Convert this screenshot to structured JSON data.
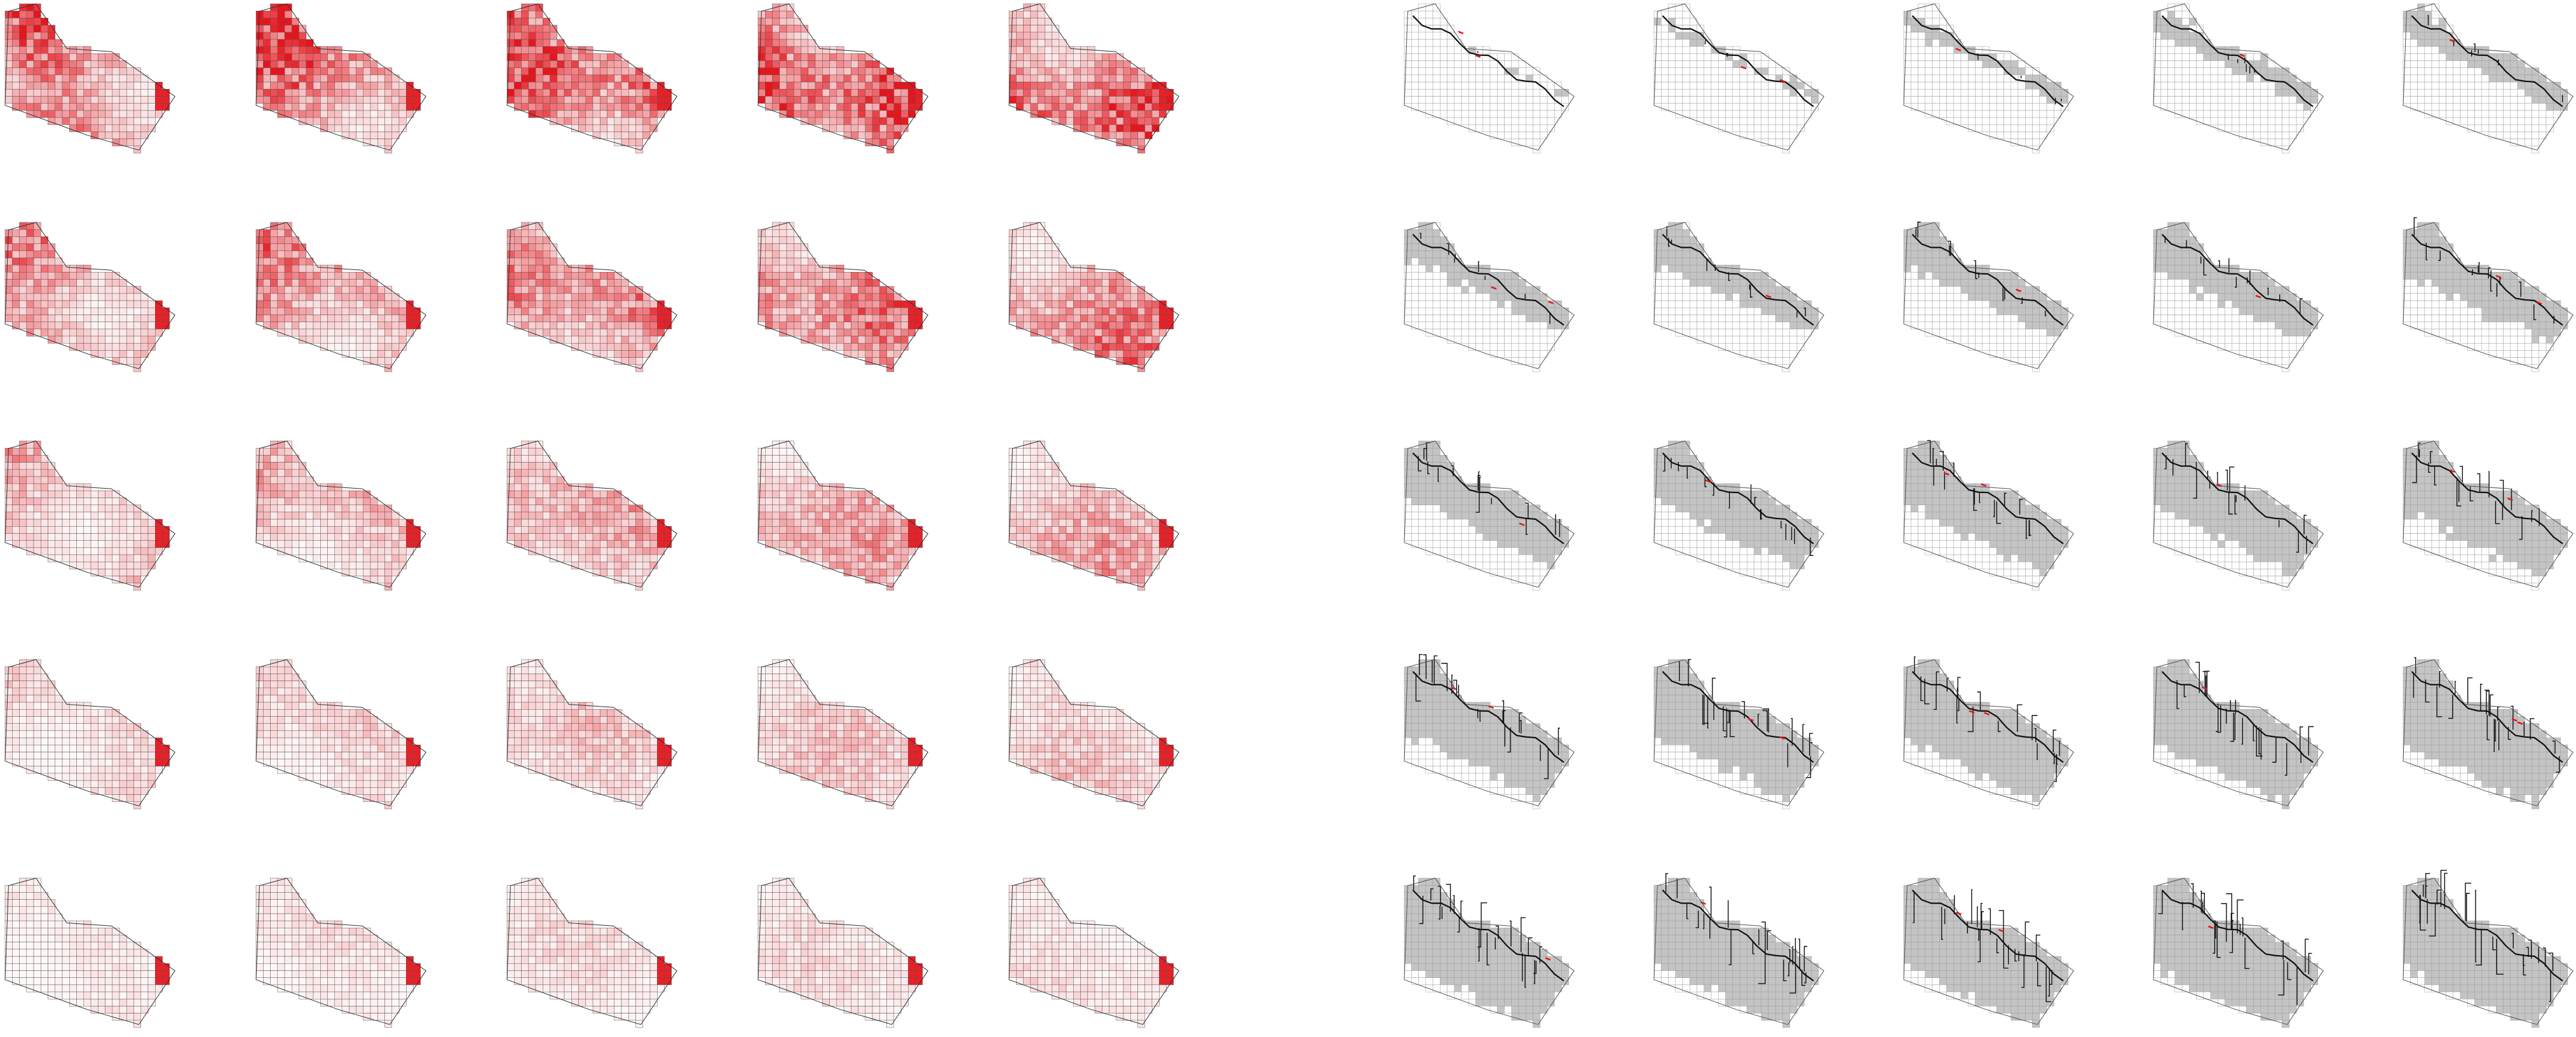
{
  "figure": {
    "description_visible_text": "",
    "layout": {
      "groups": 2,
      "rows": 5,
      "columns_per_group": 5
    },
    "left_group": {
      "kind": "heatmap-cell-mesh",
      "cell_fill_color": "#e8141c",
      "cell_stroke_color": "#555555",
      "background_color": "#ffffff",
      "row_intensity_levels": [
        0.85,
        0.62,
        0.42,
        0.26,
        0.16
      ],
      "corner_hotspot_color": "#e00010"
    },
    "right_group": {
      "kind": "spanning-tree-growth",
      "mesh_stroke_color": "#9a9a9a",
      "covered_fill_color": "#c4c4c4",
      "tree_edge_color": "#111111",
      "new_edge_color": "#e8141c",
      "background_color": "#ffffff",
      "coverage_levels": [
        [
          0.06,
          0.12,
          0.17,
          0.22,
          0.27
        ],
        [
          0.32,
          0.37,
          0.42,
          0.47,
          0.52
        ],
        [
          0.56,
          0.61,
          0.66,
          0.7,
          0.74
        ],
        [
          0.78,
          0.81,
          0.84,
          0.87,
          0.9
        ],
        [
          0.92,
          0.94,
          0.96,
          0.98,
          1.0
        ]
      ]
    }
  }
}
